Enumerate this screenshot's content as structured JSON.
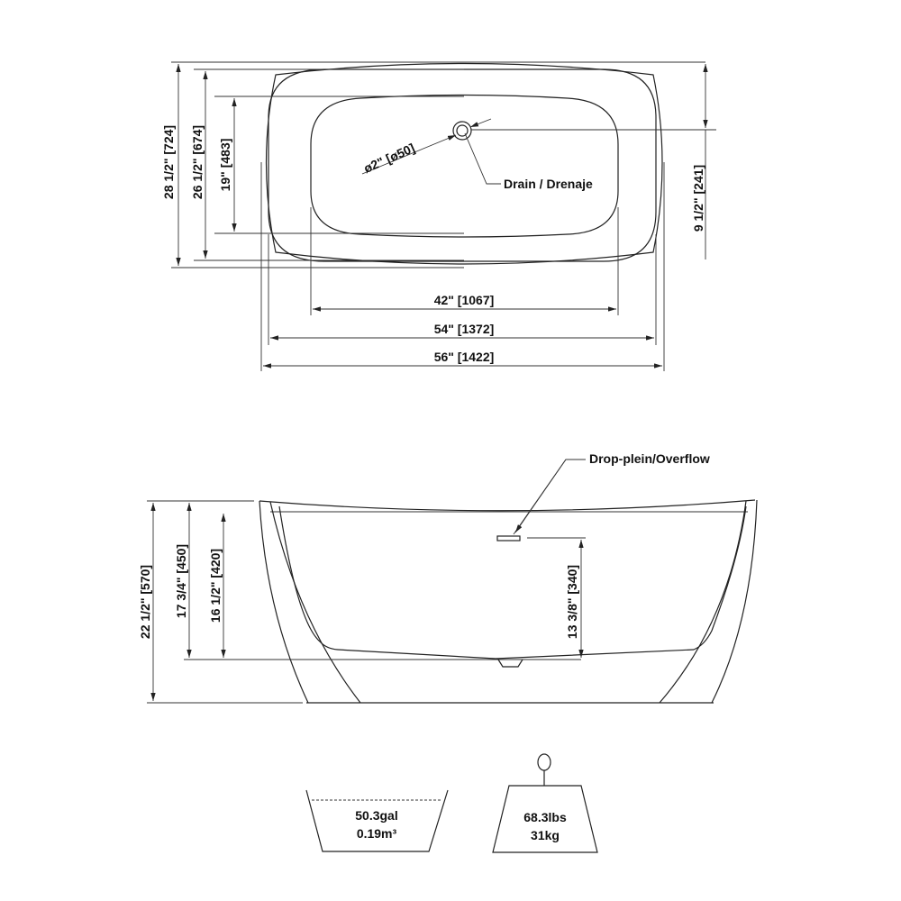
{
  "top_view": {
    "drain_label": "Drain / Drenaje",
    "drain_diameter": "ø2\" [ø50]",
    "dim_width_outer": "56\" [1422]",
    "dim_width_rim": "54\" [1372]",
    "dim_width_basin": "42\" [1067]",
    "dim_depth_outer": "28 1/2\" [724]",
    "dim_depth_rim": "26 1/2\" [674]",
    "dim_depth_basin": "19\" [483]",
    "dim_drain_offset": "9 1/2\" [241]"
  },
  "side_view": {
    "overflow_label": "Drop-plein/Overflow",
    "dim_height_total": "22 1/2\" [570]",
    "dim_height_interior": "17 3/4\" [450]",
    "dim_water_depth": "16 1/2\" [420]",
    "dim_overflow_height": "13 3/8\" [340]"
  },
  "specs": {
    "volume_gal": "50.3gal",
    "volume_m3": "0.19m³",
    "weight_lbs": "68.3lbs",
    "weight_kg": "31kg"
  }
}
